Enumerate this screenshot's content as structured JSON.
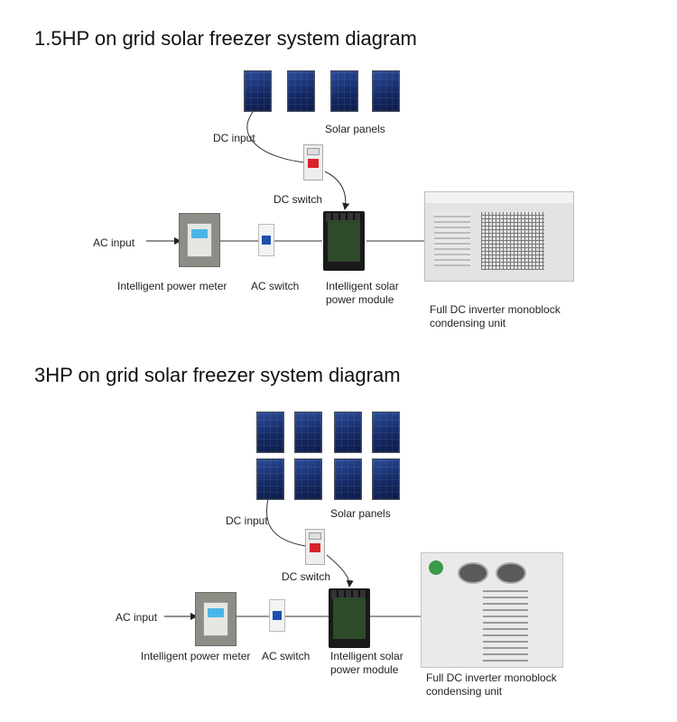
{
  "diagram1": {
    "title": "1.5HP on grid solar freezer system diagram",
    "labels": {
      "dc_input": "DC input",
      "solar_panels": "Solar panels",
      "dc_switch": "DC switch",
      "ac_input": "AC input",
      "power_meter": "Intelligent power meter",
      "ac_switch": "AC switch",
      "module_line1": "Intelligent solar",
      "module_line2": "power module",
      "unit_line1": "Full DC inverter monoblock",
      "unit_line2": "condensing unit"
    }
  },
  "diagram2": {
    "title": "3HP on grid solar freezer system diagram",
    "labels": {
      "dc_input": "DC input",
      "solar_panels": "Solar panels",
      "dc_switch": "DC switch",
      "ac_input": "AC input",
      "power_meter": "Intelligent power meter",
      "ac_switch": "AC switch",
      "module_line1": "Intelligent solar",
      "module_line2": "power module",
      "unit_line1": "Full DC inverter monoblock",
      "unit_line2": "condensing unit"
    }
  },
  "icons": {
    "solar_panel": "solar-panel-icon",
    "dc_switch": "dc-switch-icon",
    "ac_switch": "ac-switch-icon",
    "power_meter": "power-meter-icon",
    "power_module": "power-module-icon",
    "condensing_unit": "condensing-unit-icon"
  },
  "colors": {
    "panel": "#152a66",
    "dc_switch_lever": "#d8232a",
    "ac_switch_lever": "#1d4fb0",
    "meter_lcd": "#4ab6e6"
  }
}
